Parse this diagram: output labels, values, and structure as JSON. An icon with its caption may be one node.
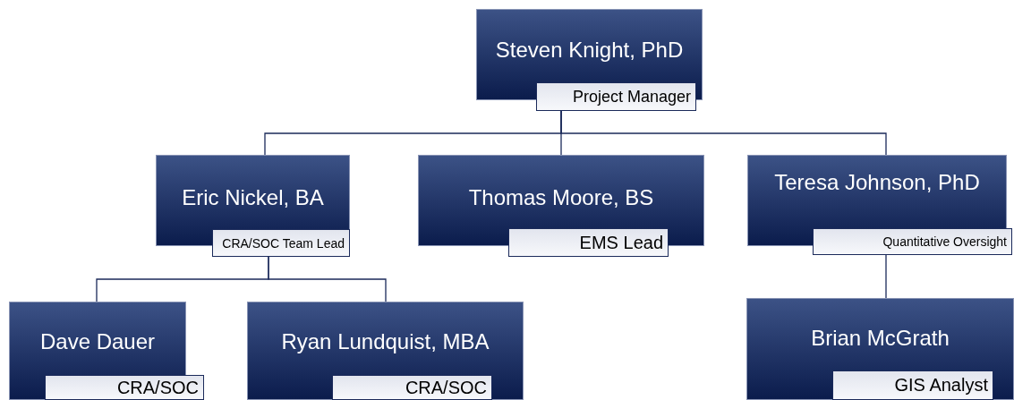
{
  "diagram": {
    "nodes": [
      {
        "text": [
          "Steven Knight, PhD",
          "Project Manager"
        ]
      },
      {
        "text": [
          "Eric Nickel, BA",
          "CRA/SOC Team Lead"
        ]
      },
      {
        "text": [
          "Thomas Moore, BS",
          "EMS Lead"
        ]
      },
      {
        "text": [
          "Teresa Johnson, PhD",
          "Quantitative Oversight"
        ]
      },
      {
        "text": [
          "Dave Dauer",
          "CRA/SOC"
        ]
      },
      {
        "text": [
          "Ryan Lundquist, MBA",
          "CRA/SOC"
        ]
      },
      {
        "text": [
          "Brian McGrath",
          "GIS Analyst"
        ]
      }
    ],
    "edges": [
      {
        "from": 0,
        "to": 1,
        "arrow": "none"
      },
      {
        "from": 0,
        "to": 2,
        "arrow": "none"
      },
      {
        "from": 0,
        "to": 3,
        "arrow": "none"
      },
      {
        "from": 1,
        "to": 4,
        "arrow": "none"
      },
      {
        "from": 1,
        "to": 5,
        "arrow": "none"
      },
      {
        "from": 3,
        "to": 6,
        "arrow": "none"
      }
    ]
  }
}
